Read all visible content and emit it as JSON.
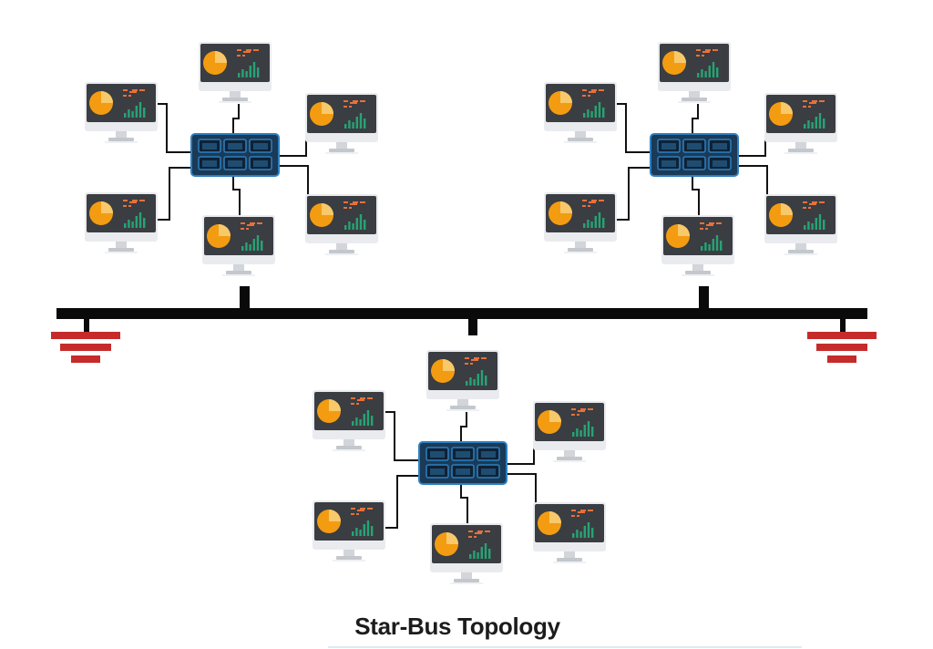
{
  "title": "Star-Bus Topology",
  "colors": {
    "background": "#ffffff",
    "bus": "#0a0a0a",
    "terminator": "#c62b2b",
    "switch_fill": "#1a3a57",
    "switch_border": "#2d7fc1",
    "screen": "#3a3d42",
    "pie_main": "#f39c12",
    "pie_slice": "#f7c96b",
    "bars": "#27a374",
    "dashes": "#e8703a",
    "monitor_body": "#e9ebee",
    "cable": "#111111"
  },
  "icons": {
    "computer": "computer-icon",
    "switch": "network-switch-icon",
    "terminator": "bus-terminator-icon"
  },
  "clusters": [
    {
      "name": "cluster-top-left",
      "computer_count": 6,
      "switch_ports": 6
    },
    {
      "name": "cluster-top-right",
      "computer_count": 6,
      "switch_ports": 6
    },
    {
      "name": "cluster-bottom",
      "computer_count": 6,
      "switch_ports": 6
    }
  ]
}
